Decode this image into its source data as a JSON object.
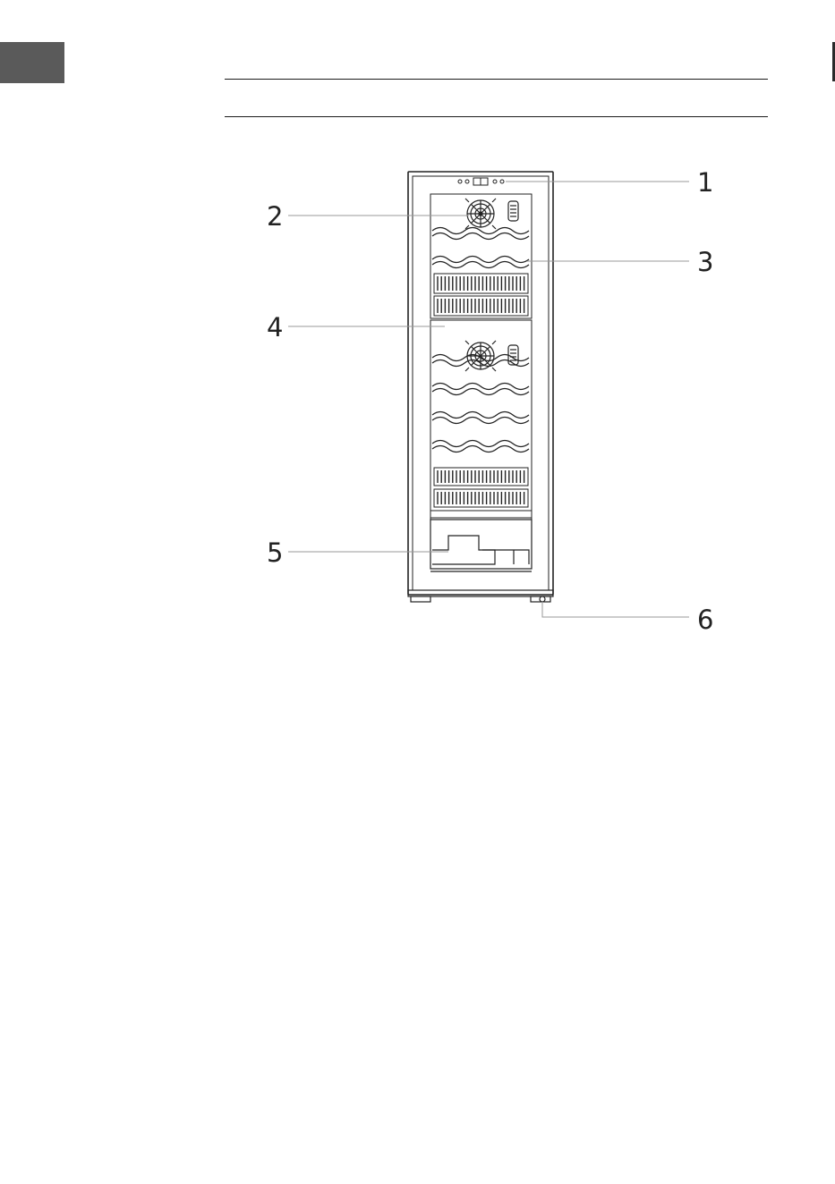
{
  "header": {
    "title": "",
    "section": ""
  },
  "diagram": {
    "subject": "wine-cooler-front-view",
    "callouts": [
      {
        "id": "1",
        "label": "1",
        "part": "control-panel"
      },
      {
        "id": "2",
        "label": "2",
        "part": "fan"
      },
      {
        "id": "3",
        "label": "3",
        "part": "shelf"
      },
      {
        "id": "4",
        "label": "4",
        "part": "divider"
      },
      {
        "id": "5",
        "label": "5",
        "part": "bottom-rack"
      },
      {
        "id": "6",
        "label": "6",
        "part": "foot"
      }
    ]
  },
  "colors": {
    "line": "#222222",
    "leader": "#999999",
    "tab": "#5a5a5a"
  }
}
